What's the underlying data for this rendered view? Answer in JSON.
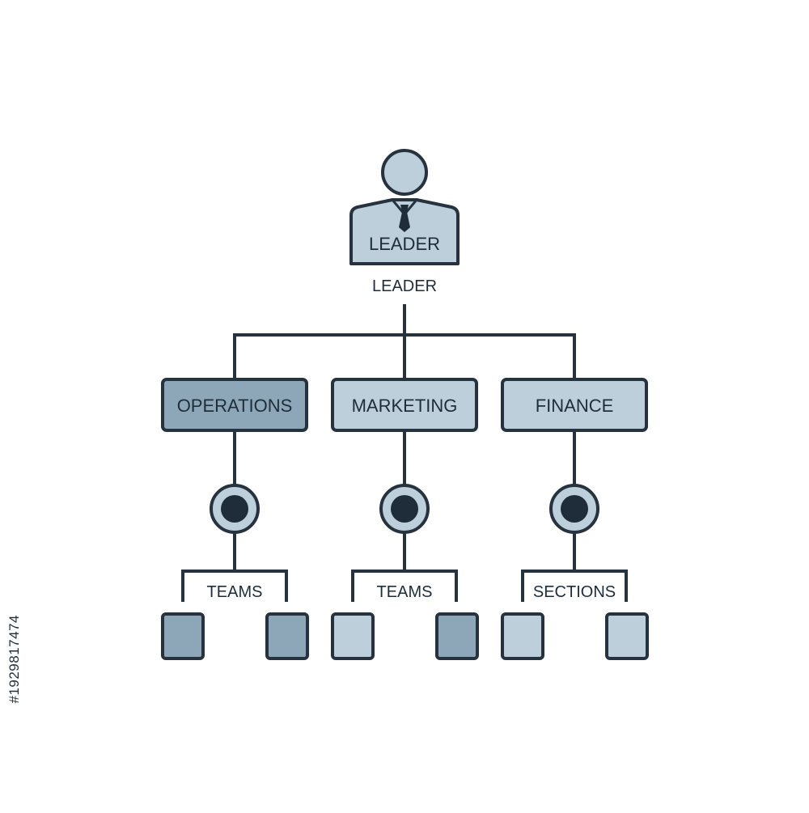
{
  "colors": {
    "stroke": "#26323d",
    "dark_fill": "#8ea7b8",
    "mid_fill": "#a7bccb",
    "light_fill": "#bccfdb",
    "node_dot": "#1f2d3a",
    "background": "#ffffff"
  },
  "leader": {
    "icon": "person-with-tie-icon",
    "badge_label": "LEADER",
    "caption": "LEADER"
  },
  "departments": [
    {
      "label": "OPERATIONS",
      "tone": "dark",
      "group_label": "TEAMS",
      "unit_tones": [
        "dark",
        "dark"
      ]
    },
    {
      "label": "MARKETING",
      "tone": "light",
      "group_label": "TEAMS",
      "unit_tones": [
        "light",
        "dark"
      ]
    },
    {
      "label": "FINANCE",
      "tone": "light",
      "group_label": "SECTIONS",
      "unit_tones": [
        "light",
        "light"
      ]
    }
  ],
  "watermark": {
    "stock_id": "#1929817474"
  }
}
